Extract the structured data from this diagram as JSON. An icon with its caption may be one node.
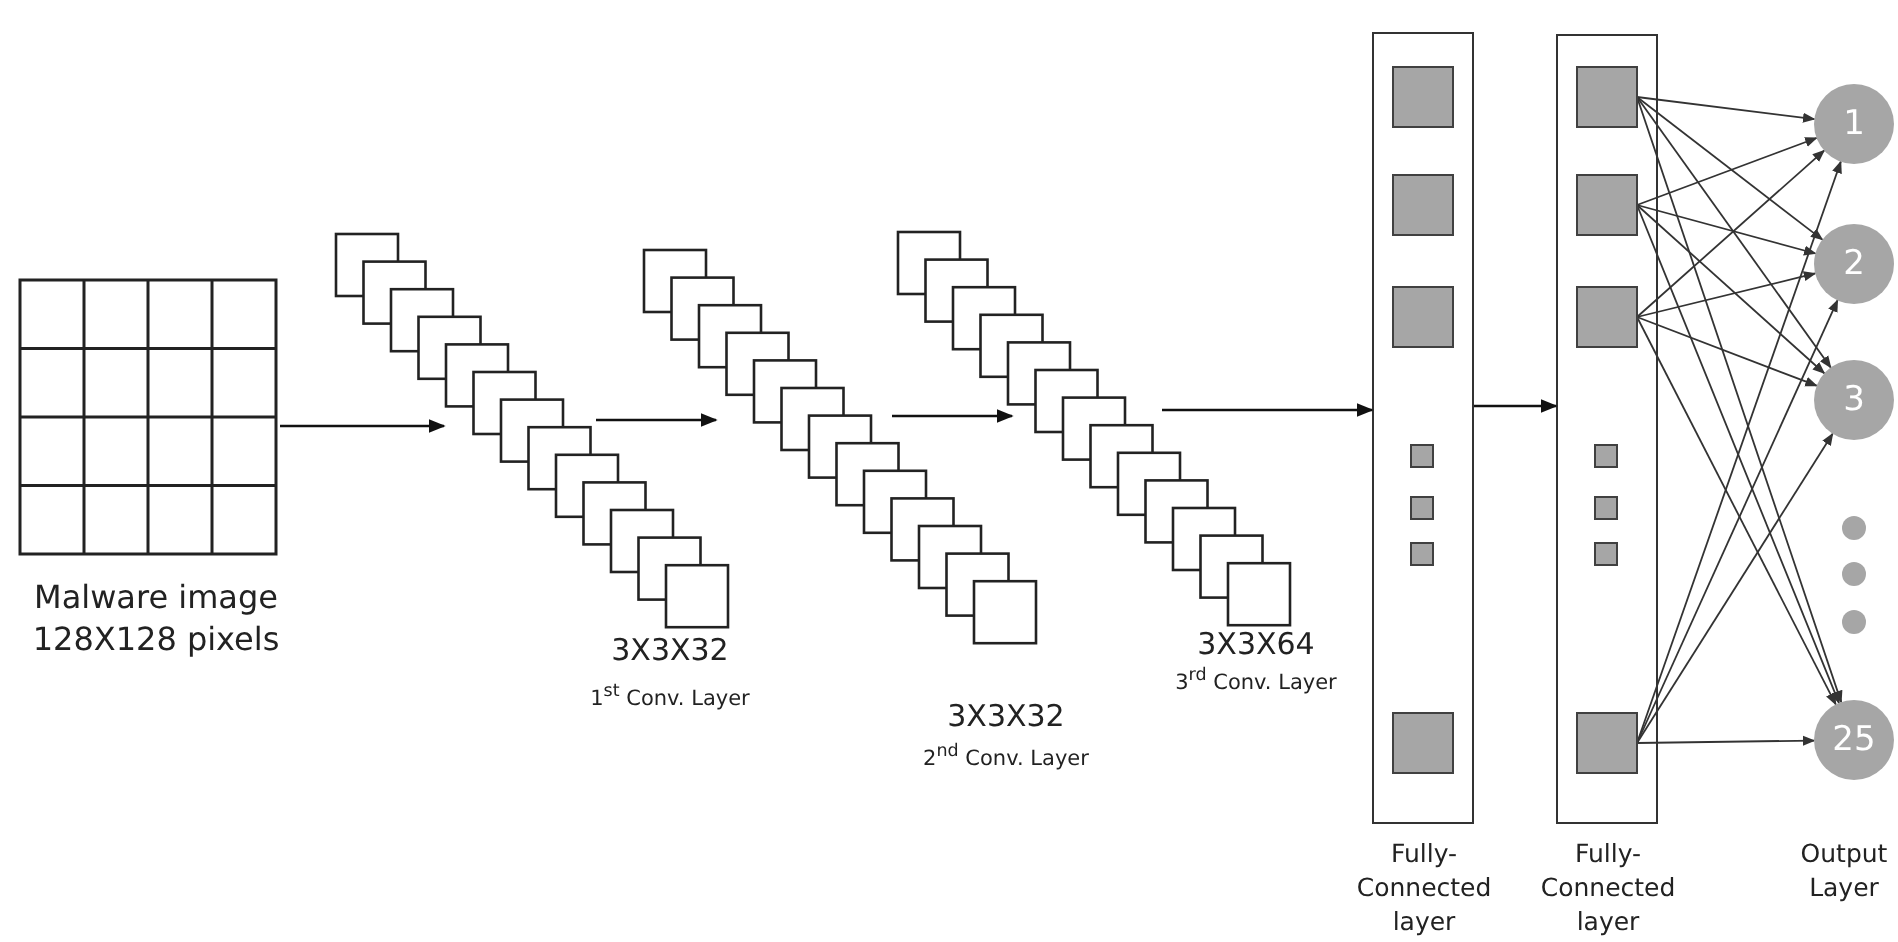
{
  "diagram": {
    "nodes": [
      {
        "text": [
          "Malware image 128X128 pixels"
        ]
      },
      {
        "text": [
          "3X3X32",
          "1$^{st}$ Conv. Layer"
        ]
      },
      {
        "text": [
          "3X3X32",
          "2$^{nd}$ Conv. Layer"
        ]
      },
      {
        "text": [
          "3X3X64",
          "3$^{rd}$ Conv. Layer"
        ]
      },
      {
        "text": [
          "Fully-Connected layer"
        ]
      },
      {
        "text": [],
        "shape": "box",
        "in": 4
      },
      {
        "text": [],
        "shape": "box",
        "in": 4
      },
      {
        "text": [],
        "shape": "box",
        "in": 4
      },
      {
        "text": [],
        "shape": "box",
        "in": 4
      },
      {
        "text": [],
        "shape": "box",
        "in": 4
      },
      {
        "text": [],
        "shape": "box",
        "in": 4
      },
      {
        "text": [],
        "shape": "box",
        "in": 4
      },
      {
        "text": [
          "Fully-Connected layer"
        ]
      },
      {
        "text": [],
        "shape": "box",
        "in": 12
      },
      {
        "text": [],
        "shape": "box",
        "in": 12
      },
      {
        "text": [],
        "shape": "box",
        "in": 12
      },
      {
        "text": [],
        "shape": "box",
        "in": 12
      },
      {
        "text": [],
        "shape": "box",
        "in": 12
      },
      {
        "text": [],
        "shape": "box",
        "in": 12
      },
      {
        "text": [],
        "shape": "box",
        "in": 12
      },
      {
        "text": [
          "1"
        ]
      },
      {
        "text": [
          "2"
        ]
      },
      {
        "text": [
          "3"
        ]
      },
      {
        "text": [],
        "shape": "circle"
      },
      {
        "text": [],
        "shape": "circle"
      },
      {
        "text": [],
        "shape": "circle"
      },
      {
        "text": [
          "25"
        ]
      }
    ],
    "edges": [
      {
        "from": 0,
        "to": 1,
        "arrow": "to"
      },
      {
        "from": 1,
        "to": 2,
        "arrow": "to"
      },
      {
        "from": 2,
        "to": 3,
        "arrow": "to"
      },
      {
        "from": 3,
        "to": 4,
        "arrow": "to"
      },
      {
        "from": 4,
        "to": 12,
        "arrow": "to"
      },
      {
        "from": 13,
        "to": 20,
        "arrow": "to"
      },
      {
        "from": 13,
        "to": 21,
        "arrow": "to"
      },
      {
        "from": 13,
        "to": 22,
        "arrow": "to"
      },
      {
        "from": 13,
        "to": 26,
        "arrow": "to"
      },
      {
        "from": 14,
        "to": 20,
        "arrow": "to"
      },
      {
        "from": 14,
        "to": 21,
        "arrow": "to"
      },
      {
        "from": 14,
        "to": 22,
        "arrow": "to"
      },
      {
        "from": 14,
        "to": 26,
        "arrow": "to"
      },
      {
        "from": 15,
        "to": 20,
        "arrow": "to"
      },
      {
        "from": 15,
        "to": 21,
        "arrow": "to"
      },
      {
        "from": 15,
        "to": 22,
        "arrow": "to"
      },
      {
        "from": 15,
        "to": 26,
        "arrow": "to"
      },
      {
        "from": 19,
        "to": 20,
        "arrow": "to"
      },
      {
        "from": 19,
        "to": 21,
        "arrow": "to"
      },
      {
        "from": 19,
        "to": 22,
        "arrow": "to"
      },
      {
        "from": 19,
        "to": 26,
        "arrow": "to"
      }
    ],
    "labels": [
      "Output Layer"
    ]
  }
}
